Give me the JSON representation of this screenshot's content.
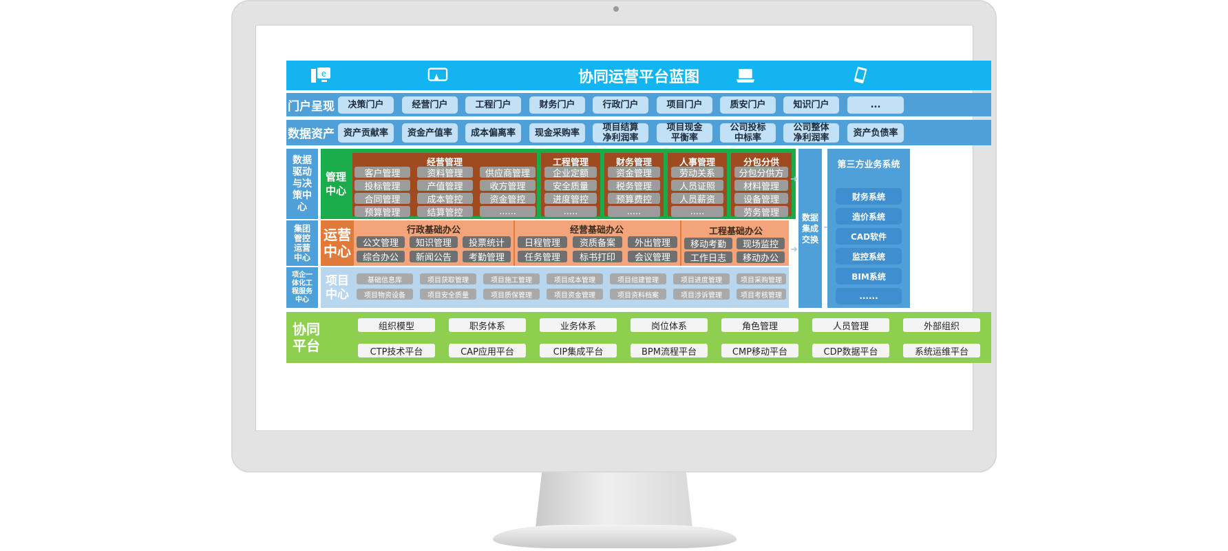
{
  "title": "协同运营平台蓝图",
  "header_icons": [
    "computer-browser-icon",
    "touchscreen-icon",
    "laptop-icon",
    "mobile-icon"
  ],
  "portal": {
    "label": "门户呈现",
    "items": [
      "决策门户",
      "经营门户",
      "工程门户",
      "财务门户",
      "行政门户",
      "项目门户",
      "质安门户",
      "知识门户",
      "..."
    ]
  },
  "data_assets": {
    "label": "数据资产",
    "items": [
      "资产贡献率",
      "资金产值率",
      "成本偏离率",
      "现金采购率",
      "项目结算\n净利润率",
      "项目现金\n平衡率",
      "公司投标\n中标率",
      "公司整体\n净利润率",
      "资产负债率"
    ]
  },
  "side_labels": {
    "data_driven": "数据\n驱动\n与决\n策中\n心",
    "group_ops": "集团\n管控\n运营\n中心",
    "project_service": "项企一\n体化工\n程服务\n中心"
  },
  "management_center": {
    "label": "管理\n中心",
    "panels": [
      {
        "title": "经营管理",
        "cols": [
          [
            "客户管理",
            "投标管理",
            "合同管理",
            "预算管理"
          ],
          [
            "资料管理",
            "产值管理",
            "成本管控",
            "结算管控"
          ],
          [
            "供应商管理",
            "收方管理",
            "资金管控",
            "......"
          ]
        ]
      },
      {
        "title": "工程管理",
        "cols": [
          [
            "企业定额",
            "安全质量",
            "进度管控",
            "....."
          ]
        ]
      },
      {
        "title": "财务管理",
        "cols": [
          [
            "资金管理",
            "税务管理",
            "预算费控",
            "....."
          ]
        ]
      },
      {
        "title": "人事管理",
        "cols": [
          [
            "劳动关系",
            "人员证照",
            "人员薪资",
            "....."
          ]
        ]
      },
      {
        "title": "分包分供",
        "cols": [
          [
            "分包分供方",
            "材料管理",
            "设备管理",
            "劳务管理"
          ]
        ]
      }
    ]
  },
  "operations_center": {
    "label": "运营\n中心",
    "groups": [
      {
        "title": "行政基础办公",
        "items": [
          "公文管理",
          "知识管理",
          "投票统计",
          "综合办公",
          "新闻公告",
          "考勤管理"
        ]
      },
      {
        "title": "经营基础办公",
        "items": [
          "日程管理",
          "资质备案",
          "外出管理",
          "任务管理",
          "标书打印",
          "会议管理"
        ]
      },
      {
        "title": "工程基础办公",
        "items": [
          "移动考勤",
          "现场监控",
          "工作日志",
          "移动办公"
        ]
      }
    ]
  },
  "project_center": {
    "label": "项目\n中心",
    "row1": [
      "基础信息库",
      "项目获取管理",
      "项目施工管理",
      "项目成本管理",
      "项目组建管理",
      "项目进度管理",
      "项目采购管理"
    ],
    "row2": [
      "项目物资设备",
      "项目安全质量",
      "项目质保管理",
      "项目资金管理",
      "项目资料档案",
      "项目涉诉管理",
      "项目考核管理"
    ]
  },
  "data_exchange": {
    "label": "数据\n集成\n交换"
  },
  "third_party": {
    "title": "第三方业务系统",
    "items": [
      "财务系统",
      "造价系统",
      "CAD软件",
      "监控系统",
      "BIM系统",
      "......"
    ]
  },
  "collab_platform": {
    "label": "协同\n平台",
    "row1": [
      "组织模型",
      "职务体系",
      "业务体系",
      "岗位体系",
      "角色管理",
      "人员管理",
      "外部组织"
    ],
    "row2": [
      "CTP技术平台",
      "CAP应用平台",
      "CIP集成平台",
      "BPM流程平台",
      "CMP移动平台",
      "CDP数据平台",
      "系统运维平台"
    ]
  },
  "colors": {
    "header_blue": "#12b5f0",
    "row_blue": "#4fa0d8",
    "pill_blue": "#c2e0f6",
    "mgmt_green": "#1aab4b",
    "mgmt_brown": "#a04a1f",
    "ops_orange": "#f4a47a",
    "proj_light": "#b9d6ef",
    "collab_green": "#8ecf4f"
  }
}
